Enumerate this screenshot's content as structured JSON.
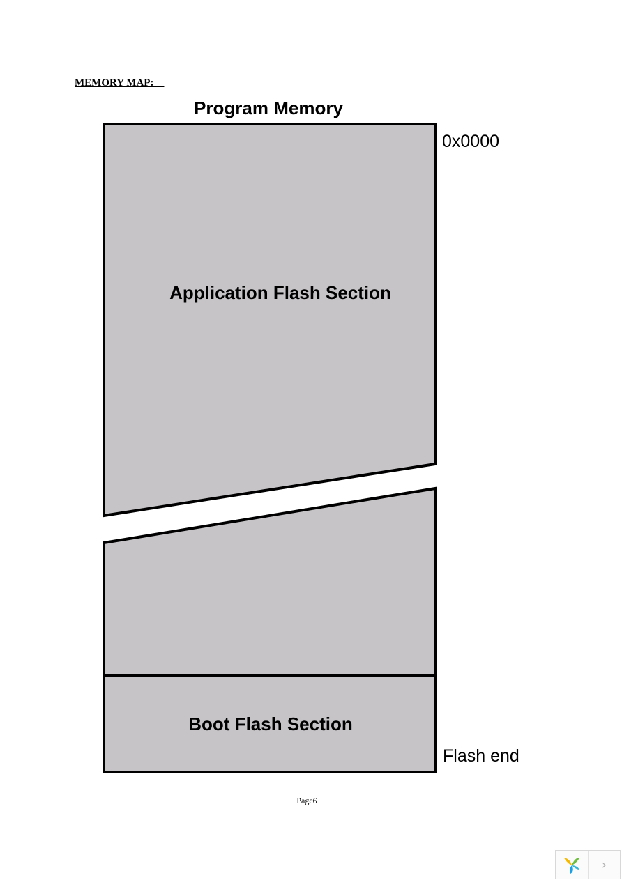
{
  "document": {
    "heading": "MEMORY MAP:    ",
    "page_label": "Page6"
  },
  "diagram": {
    "title": "Program Memory",
    "address_start": "0x0000",
    "address_end": "Flash end",
    "application_section_label": "Application Flash Section",
    "boot_section_label": "Boot Flash Section",
    "fill_color": "#c6c4c7",
    "stroke_color": "#000000"
  },
  "viewer": {
    "logo_icon": "yandex-logo-icon",
    "next_icon": "chevron-right-icon",
    "next_glyph": "›"
  }
}
